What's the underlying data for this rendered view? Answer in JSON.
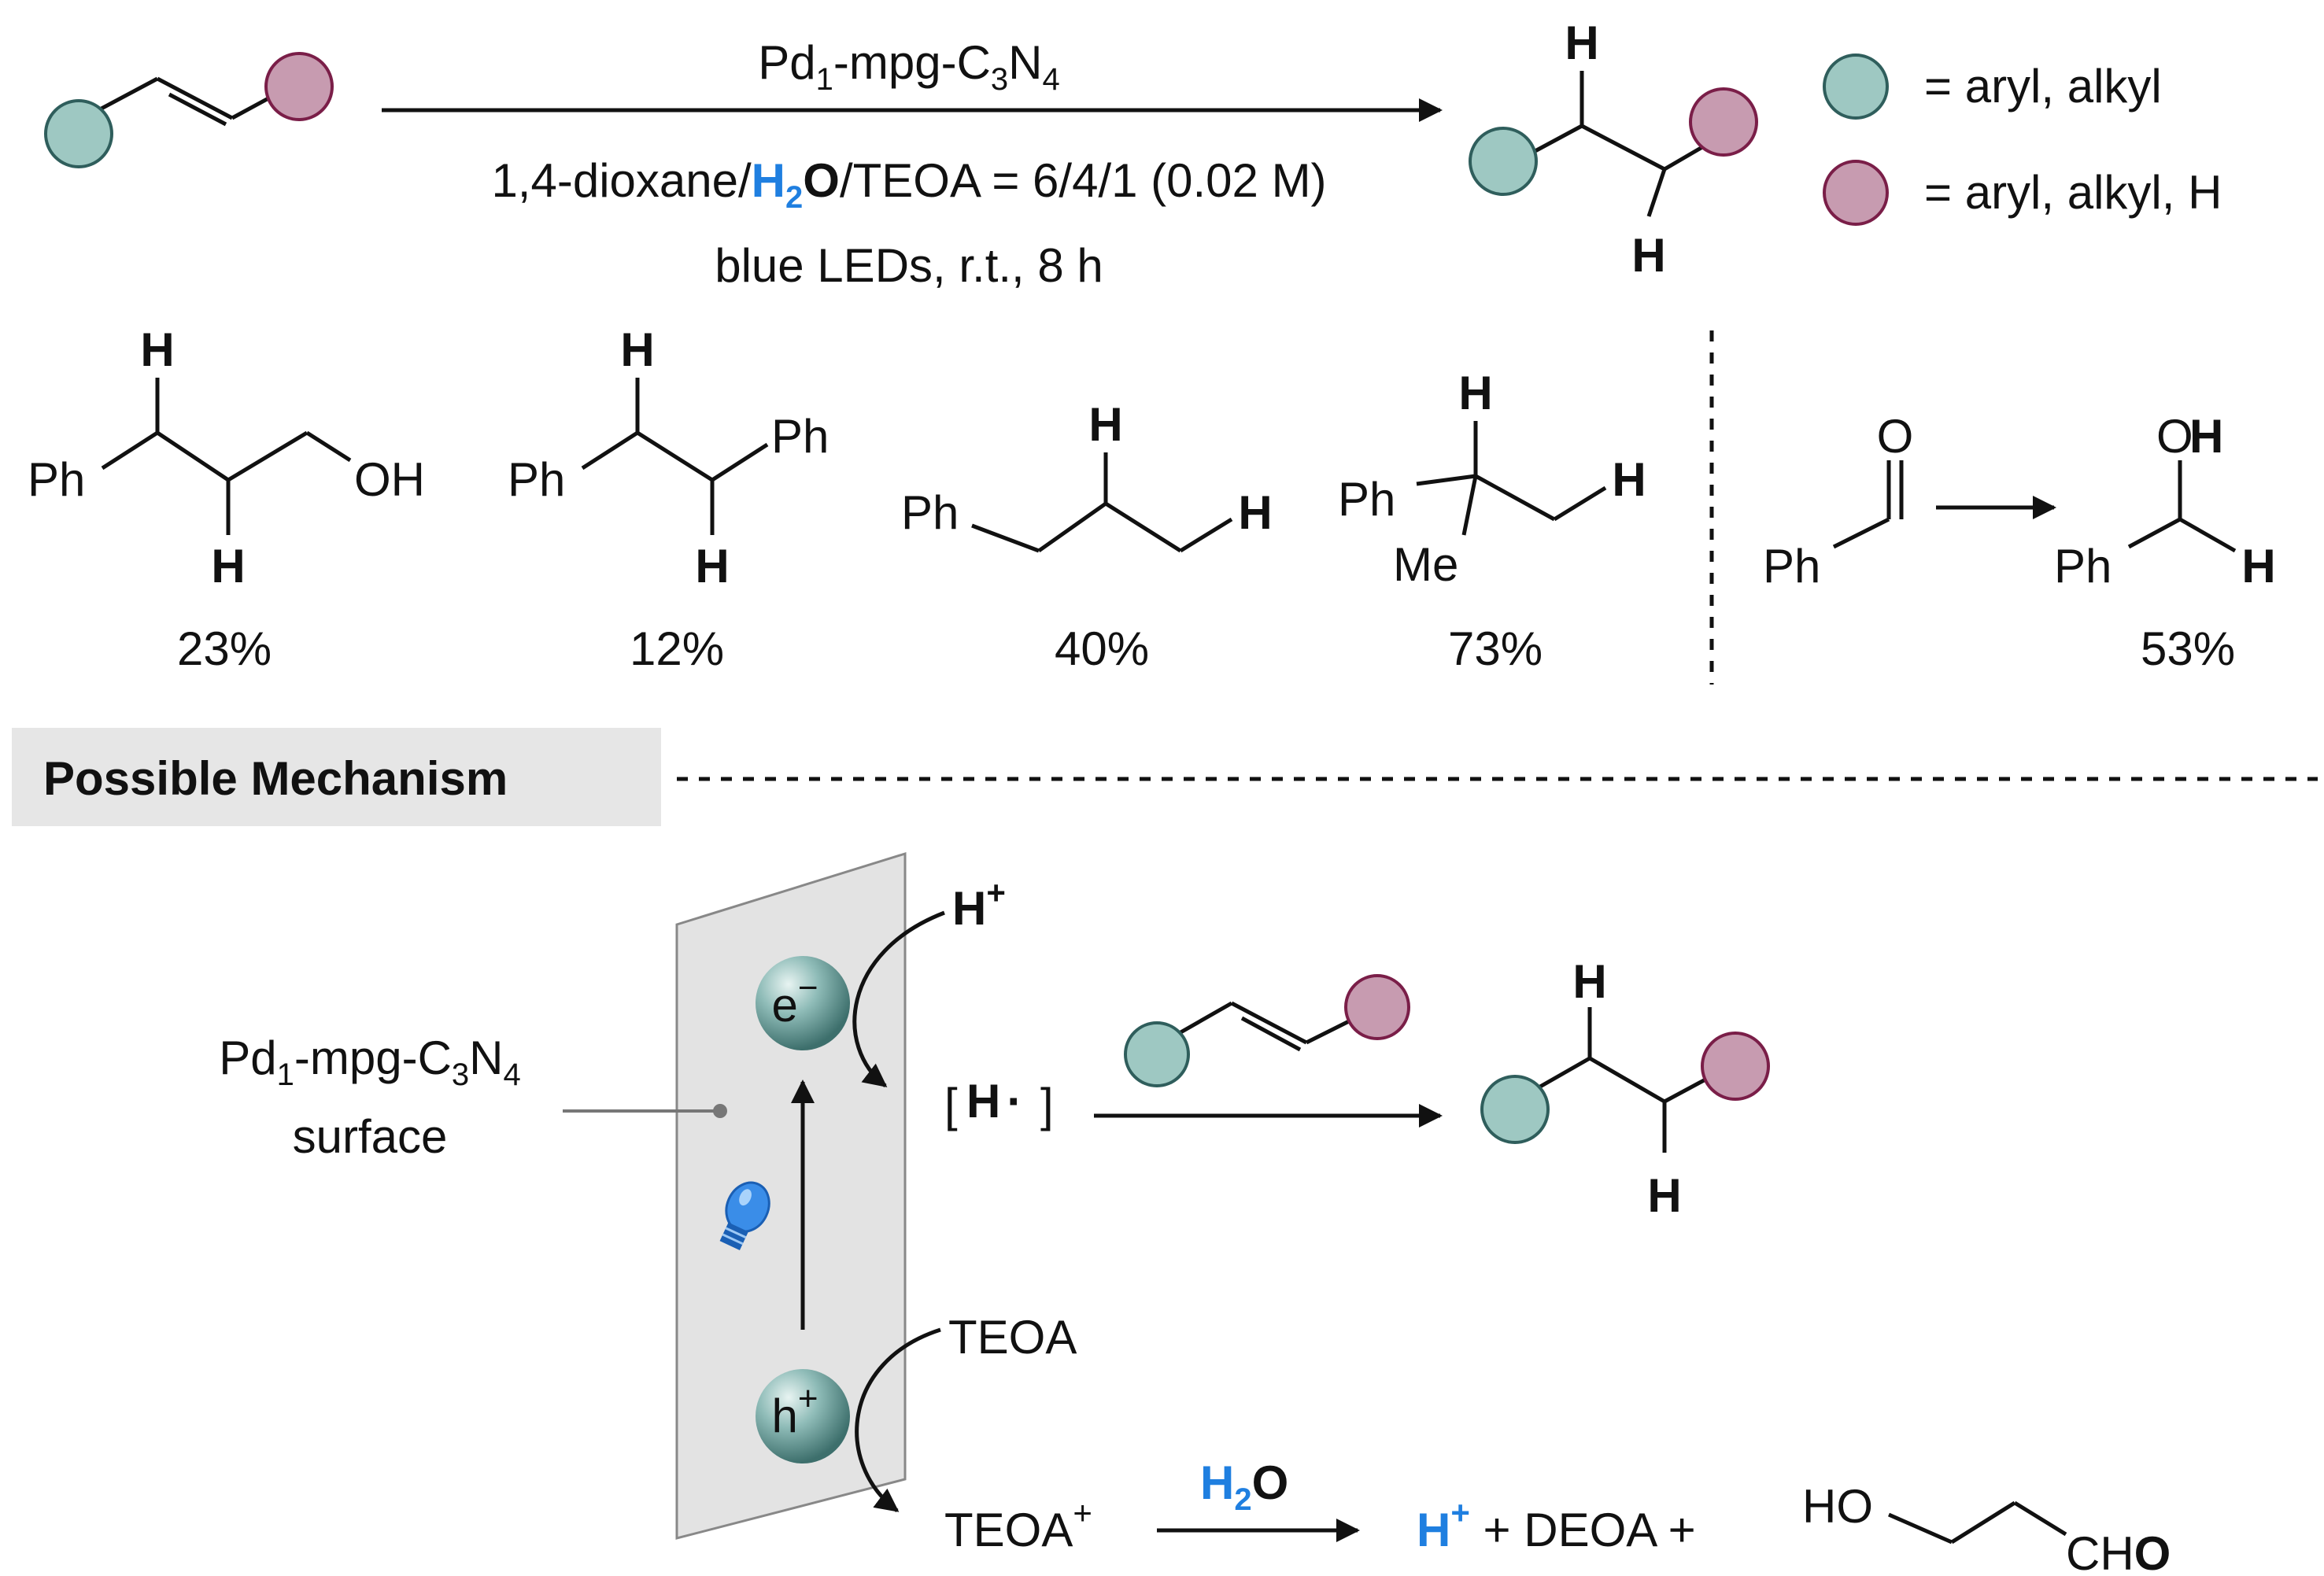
{
  "colors": {
    "aryl": "#9ec8c2",
    "aryl_stroke": "#2f5e5c",
    "alkyl": "#c79bb0",
    "alkyl_stroke": "#7a1e48",
    "H_blue": "#1f7fe0",
    "Ph_teal": "#3c7d7d",
    "OH_maroon": "#7a1e48",
    "panel_gray": "#e6e6e6"
  },
  "reaction": {
    "catalyst": "Pd",
    "catalyst_sub1": "1",
    "catalyst_mid": "-mpg-C",
    "catalyst_sub3": "3",
    "catalyst_N": "N",
    "catalyst_sub4": "4",
    "solvent_pre": "1,4-dioxane/",
    "solvent_H": "H",
    "solvent_2": "2",
    "solvent_O": "O",
    "solvent_post": "/TEOA = 6/4/1 (0.02 M)",
    "conditions": "blue LEDs, r.t., 8 h",
    "H": "H"
  },
  "legend": {
    "teal_text": "= aryl, alkyl",
    "pink_text": "= aryl, alkyl, H"
  },
  "products": [
    {
      "Ph": "Ph",
      "OH": "OH",
      "H1": "H",
      "H2": "H",
      "yield": "23%"
    },
    {
      "Ph": "Ph",
      "Ph2": "Ph",
      "H1": "H",
      "H2": "H",
      "yield": "12%"
    },
    {
      "Ph": "Ph",
      "H1": "H",
      "H2": "H",
      "yield": "40%"
    },
    {
      "Ph": "Ph",
      "Me": "Me",
      "H1": "H",
      "H2": "H",
      "yield": "73%"
    },
    {
      "Ph_sm": "Ph",
      "O": "O",
      "Ph": "Ph",
      "O2": "O",
      "H_oh": "H",
      "H2": "H",
      "yield": "53%"
    }
  ],
  "mechanism": {
    "title": "Possible Mechanism",
    "surface_line1_pre": "Pd",
    "surface_line1_sub1": "1",
    "surface_line1_mid": "-mpg-C",
    "surface_line1_sub3": "3",
    "surface_line1_N": "N",
    "surface_line1_sub4": "4",
    "surface_line2": "surface",
    "H_plus": "H",
    "plus": "+",
    "electron": "e",
    "minus": "−",
    "hole": "h",
    "radical_H": "H",
    "radical_dot": "·",
    "TEOA": "TEOA",
    "TEOA_plus": "TEOA",
    "water_H": "H",
    "water_2": "2",
    "water_O": "O",
    "products_H": "H",
    "products_rest": " + DEOA + ",
    "HO": "HO",
    "CHO_C": "CH",
    "CHO_O": "O",
    "prod_H1": "H",
    "prod_H2": "H"
  }
}
